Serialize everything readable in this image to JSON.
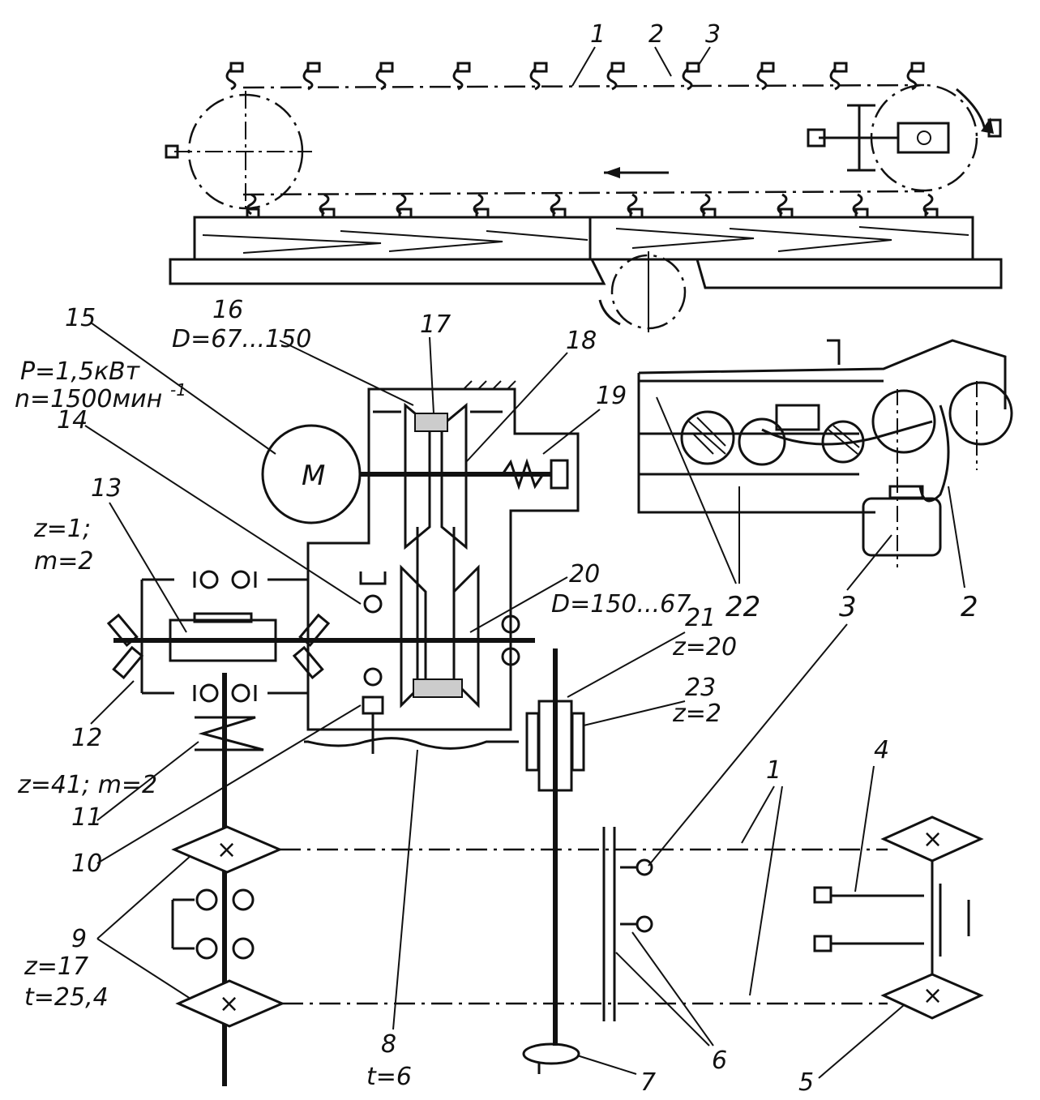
{
  "labels": {
    "n1": "1",
    "n2": "2",
    "n3": "3",
    "n4": "4",
    "n5": "5",
    "n6": "6",
    "n7": "7",
    "n8": "8",
    "n9": "9",
    "n10": "10",
    "n11": "11",
    "n12": "12",
    "n13": "13",
    "n14": "14",
    "n15": "15",
    "n16": "16",
    "n17": "17",
    "n18": "18",
    "n19": "19",
    "n20": "20",
    "n21": "21",
    "n22": "22",
    "n23": "23"
  },
  "params": {
    "motor_power": "P=1,5кВт",
    "motor_speed": "n=1500мин",
    "motor_speed_exp": "-1",
    "pulley16_diam": "D=67...150",
    "pulley20_diam": "D=150...67",
    "worm13_z": "z=1;",
    "worm13_m": "m=2",
    "wheel12": "z=41; m=2",
    "gear21": "z=20",
    "gear23": "z=2",
    "sprocket9_z": "z=17",
    "sprocket9_t": "t=25,4",
    "chain8_t": "t=6"
  },
  "motor_symbol": "M",
  "colors": {
    "ink": "#111111",
    "paper": "#ffffff"
  }
}
